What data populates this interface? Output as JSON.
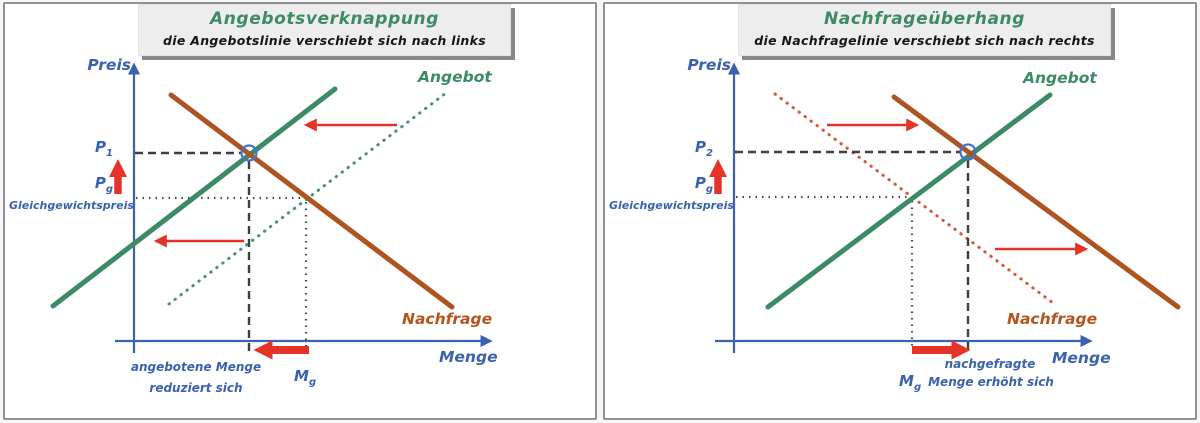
{
  "colors": {
    "supply_green": "#3c8a66",
    "demand_brown": "#ae5422",
    "shifted_demand_orange": "#d55a40",
    "shifted_supply_green": "#4f9273",
    "axis_blue": "#3a62ae",
    "arrow_red": "#e53427",
    "guide_dash_gray": "#3f3f3f",
    "equilibrium_circle_blue": "#4472c4",
    "title_box_bg": "#ededed"
  },
  "panels": [
    {
      "title": "Angebotsverknappung",
      "subtitle": "die Angebotslinie verschiebt sich nach links",
      "y_axis": "Preis",
      "x_axis": "Menge",
      "supply_label": "Angebot",
      "demand_label": "Nachfrage",
      "price_new": {
        "base": "P",
        "sub": "1"
      },
      "price_old": {
        "base": "P",
        "sub": "g"
      },
      "price_caption": "Gleichgewichtspreis",
      "quantity": {
        "base": "M",
        "sub": "g"
      },
      "note_line1": "angebotene Menge",
      "note_line2": "reduziert sich"
    },
    {
      "title": "Nachfrageüberhang",
      "subtitle": "die Nachfragelinie verschiebt sich nach rechts",
      "y_axis": "Preis",
      "x_axis": "Menge",
      "supply_label": "Angebot",
      "demand_label": "Nachfrage",
      "price_new": {
        "base": "P",
        "sub": "2"
      },
      "price_old": {
        "base": "P",
        "sub": "g"
      },
      "price_caption": "Gleichgewichtspreis",
      "quantity": {
        "base": "M",
        "sub": "g"
      },
      "note_line1": "nachgefragte",
      "note_line2": "Menge erhöht sich"
    }
  ]
}
